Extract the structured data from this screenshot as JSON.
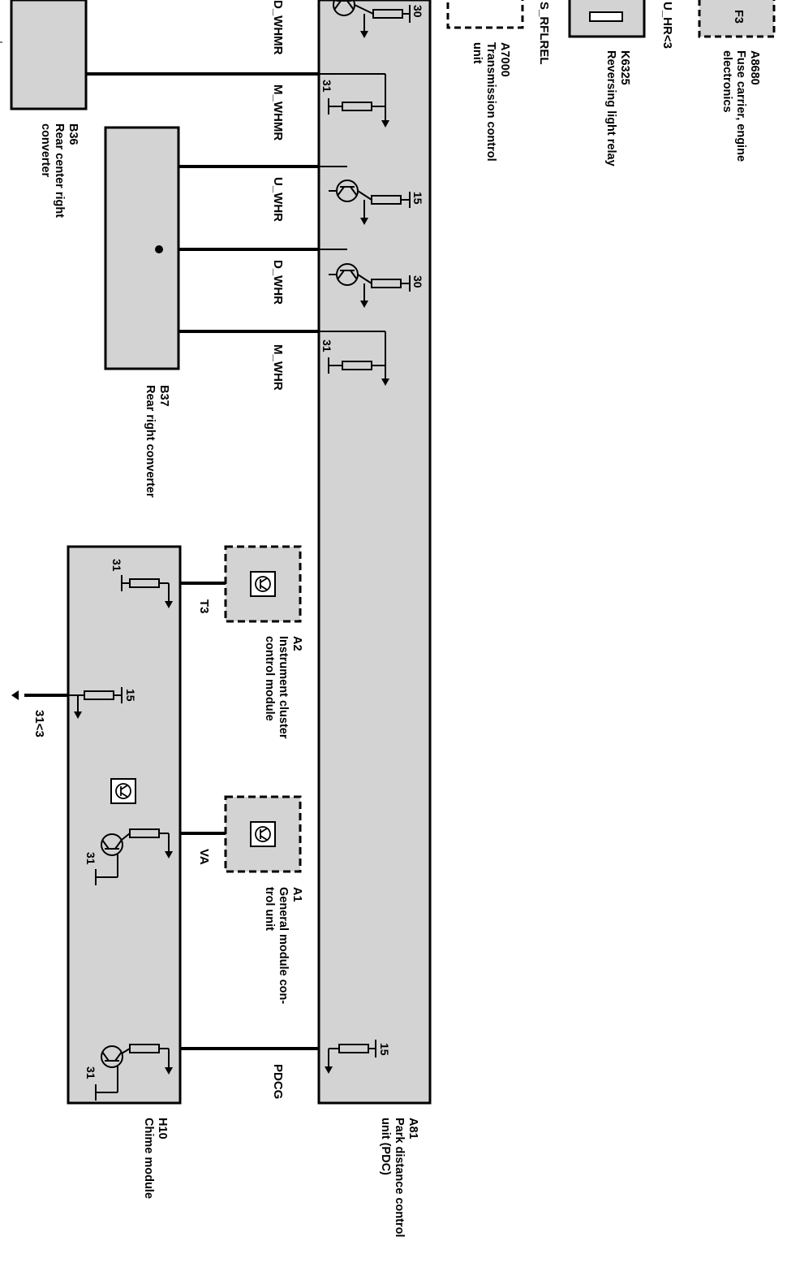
{
  "colors": {
    "module_fill": "#d3d3d3",
    "line": "#000000",
    "background": "#ffffff"
  },
  "components": {
    "b36": {
      "code": "B36",
      "line1": "Rear center right",
      "line2": "converter"
    },
    "b37": {
      "code": "B37",
      "line1": "Rear right converter"
    },
    "a2": {
      "code": "A2",
      "line1": "Instrument cluster",
      "line2": "control module"
    },
    "a1": {
      "code": "A1",
      "line1": "General module con-",
      "line2": "trol unit"
    },
    "h10": {
      "code": "H10",
      "line1": "Chime module"
    },
    "a81": {
      "code": "A81",
      "line1": "Park distance control",
      "line2": "unit (PDC)"
    },
    "a7000": {
      "code": "A7000",
      "line1": "Transmission control",
      "line2": "unit"
    },
    "k6325": {
      "code": "K6325",
      "line1": "Reversing light relay"
    },
    "a8680": {
      "code": "A8680",
      "line1": "Fuse carrier, engine",
      "line2": "electronics",
      "fuse": "F3"
    }
  },
  "signals": {
    "d_whmr": "D_WHMR",
    "m_whmr": "M_WHMR",
    "u_whr": "U_WHR",
    "d_whr": "D_WHR",
    "m_whr": "M_WHR",
    "s_rflrel": "S_RFLREL",
    "u_hr": "U_HR<3",
    "t3": "T3",
    "va": "VA",
    "pdcg": "PDCG",
    "ground": "31<3"
  },
  "pins": {
    "p30a": "30",
    "p31a": "31",
    "p15a": "15",
    "p30b": "30",
    "p31b": "31",
    "p15b": "15",
    "h31a": "31",
    "h15": "15",
    "h31b": "31",
    "h31c": "31"
  }
}
